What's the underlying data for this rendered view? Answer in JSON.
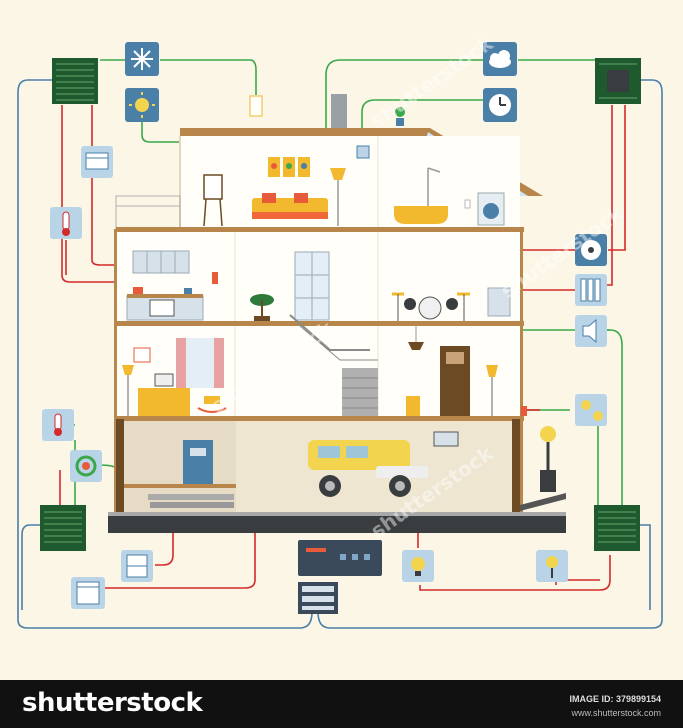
{
  "footer": {
    "brand": "shutterstock",
    "image_id_label": "IMAGE ID: 379899154",
    "site": "www.shutterstock.com"
  },
  "watermark": "shutterstock",
  "colors": {
    "background": "#fbf6e6",
    "wire_red": "#d42a2a",
    "wire_green": "#3aa84a",
    "wire_blue": "#4a7fa8",
    "controller": "#1f5a2e",
    "floor": "#b8864b",
    "ground": "#3a3d40",
    "icon_tile": "#b9d4e6"
  },
  "icons": [
    "snowflake-icon",
    "sun-icon",
    "radiator-icon",
    "thermometer-icon",
    "cloud-icon",
    "clock-icon",
    "fan-icon",
    "heater-icon",
    "speaker-icon",
    "day-night-icon",
    "recycle-icon",
    "window-icon",
    "dishwasher-icon",
    "bulb-icon",
    "lamp-icon"
  ]
}
